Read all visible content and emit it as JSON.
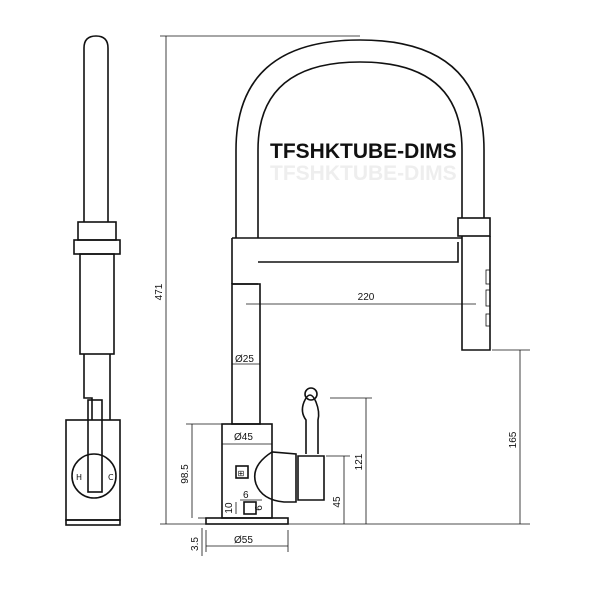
{
  "title": "TFSHKTUBE-DIMS",
  "dimensions": {
    "total_height": "471",
    "reach": "220",
    "spout_dia": "Ø25",
    "body_dia": "Ø45",
    "base_dia": "Ø55",
    "body_height": "98.5",
    "handle_height": "121",
    "spout_height": "165",
    "lever_height": "45",
    "plate": "3.5",
    "small_a": "10",
    "small_b": "6",
    "small_c": "6"
  },
  "side_view": {
    "lever_marks": {
      "left": "H",
      "right": "C"
    }
  },
  "logo": {
    "glyph": "⊞"
  }
}
